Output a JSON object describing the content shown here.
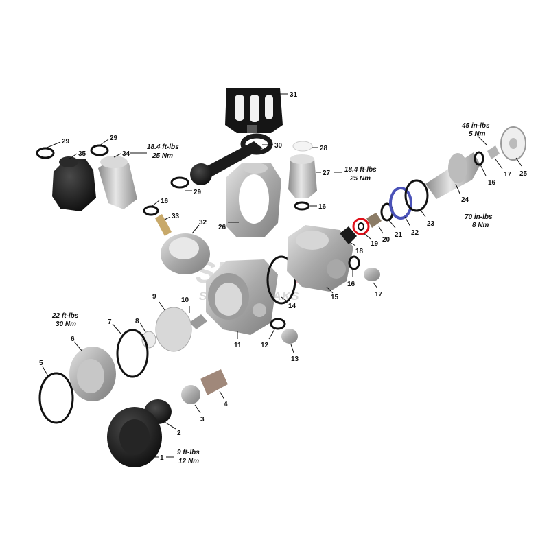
{
  "torques": {
    "t34": [
      "18.4 ft-lbs",
      "25 Nm"
    ],
    "t27": [
      "18.4 ft-lbs",
      "25 Nm"
    ],
    "t25": [
      "45 in-lbs",
      "5 Nm"
    ],
    "t24": [
      "70 in-lbs",
      "8 Nm"
    ],
    "t6": [
      "22 ft-lbs",
      "30 Nm"
    ],
    "t1": [
      "9 ft-lbs",
      "12 Nm"
    ]
  },
  "labels": {
    "l1": "1",
    "l2": "2",
    "l3": "3",
    "l4": "4",
    "l5": "5",
    "l6": "6",
    "l7": "7",
    "l8": "8",
    "l9": "9",
    "l10": "10",
    "l11": "11",
    "l12": "12",
    "l13": "13",
    "l14": "14",
    "l15": "15",
    "l16a": "16",
    "l16b": "16",
    "l16c": "16",
    "l16d": "16",
    "l17a": "17",
    "l17b": "17",
    "l18": "18",
    "l19": "19",
    "l20": "20",
    "l21": "21",
    "l22": "22",
    "l23": "23",
    "l24": "24",
    "l25": "25",
    "l26": "26",
    "l27": "27",
    "l28": "28",
    "l29a": "29",
    "l29b": "29",
    "l29c": "29",
    "l30": "30",
    "l31": "31",
    "l32": "32",
    "l33": "33",
    "l34": "34",
    "l35": "35"
  },
  "watermark": {
    "top": "SPI",
    "bottom": "SCUBA FREAKS"
  },
  "colors": {
    "highlight_ring": "#e0101a",
    "blue_ring": "#4a52b8",
    "metal": "#b8b8b8",
    "rubber": "#1a1a1a"
  }
}
